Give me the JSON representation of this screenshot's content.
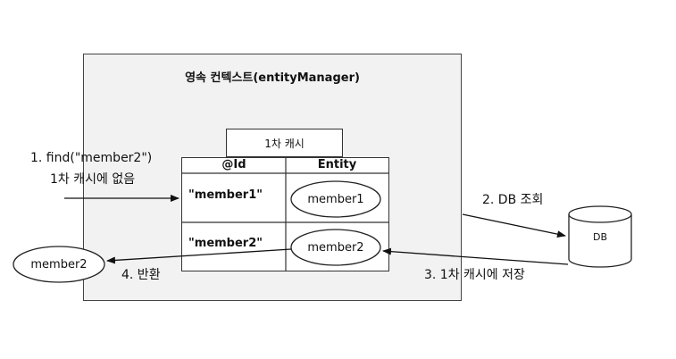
{
  "persistence_context": {
    "title": "영속 컨텍스트(entityManager)"
  },
  "cache": {
    "label": "1차 캐시",
    "headers": {
      "id": "@Id",
      "entity": "Entity"
    },
    "rows": [
      {
        "id": "\"member1\"",
        "entity": "member1"
      },
      {
        "id": "\"member2\"",
        "entity": "member2"
      }
    ]
  },
  "request": {
    "line1": "1. find(\"member2\")",
    "line2": "1차 캐시에 없음"
  },
  "db": {
    "label": "DB"
  },
  "steps": {
    "db_query": "2. DB 조회",
    "save_to_cache": "3. 1차 캐시에 저장",
    "return": "4. 반환"
  },
  "returned_entity": {
    "label": "member2"
  }
}
